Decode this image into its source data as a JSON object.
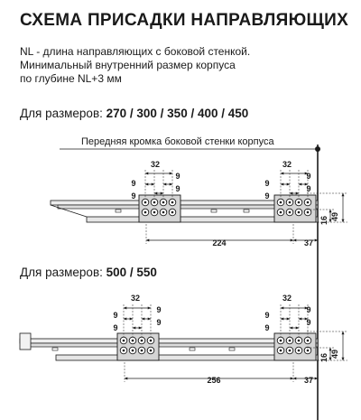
{
  "title": "СХЕМА ПРИСАДКИ НАПРАВЛЯЮЩИХ",
  "description": [
    "NL - длина направляющих с боковой стенкой.",
    "Минимальный внутренний размер корпуса",
    "по глубине NL+3 мм"
  ],
  "front_edge_label": "Передняя кромка боковой стенки корпуса",
  "section1": {
    "prefix": "Для размеров: ",
    "sizes": "270 / 300 / 350 / 400 / 450"
  },
  "section2": {
    "prefix": "Для размеров: ",
    "sizes": "500 / 550"
  },
  "dims1": {
    "spacing": "32",
    "hole_gap": "9",
    "length": "224",
    "offset": "37",
    "height": "16",
    "total_height": "49"
  },
  "dims2": {
    "spacing": "32",
    "hole_gap": "9",
    "length": "256",
    "offset": "37",
    "height": "16",
    "total_height": "49"
  }
}
